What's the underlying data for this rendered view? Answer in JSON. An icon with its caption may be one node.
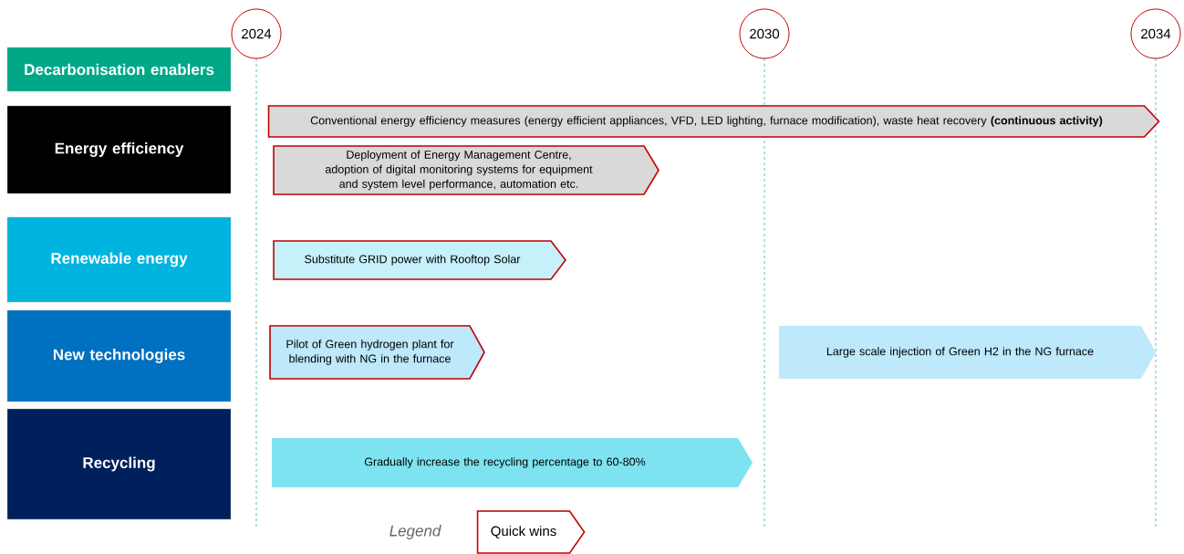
{
  "diagram": {
    "nodes": [
      {
        "text": [
          "2024"
        ]
      },
      {
        "text": [
          "2030"
        ]
      },
      {
        "text": [
          "2034"
        ]
      },
      {
        "text": [
          "Decarbonisation enablers"
        ]
      },
      {
        "text": [
          "Energy efficiency"
        ]
      },
      {
        "text": [
          "Renewable energy"
        ]
      },
      {
        "text": [
          "New technologies"
        ]
      },
      {
        "text": [
          "Recycling"
        ]
      },
      {
        "text": [
          "Conventional energy efficiency measures (energy efficient appliances, VFD, LED lighting, furnace modification), waste heat recovery **(continuous activity)**"
        ]
      },
      {
        "text": [
          "Deployment of Energy Management Centre, adoption of digital monitoring systems for equipment and system level performance, automation etc."
        ]
      },
      {
        "text": [
          "Substitute GRID power with Rooftop Solar"
        ]
      },
      {
        "text": [
          "Pilot of Green hydrogen plant for blending with NG in the furnace"
        ]
      },
      {
        "text": [
          "Large scale injection of Green H2 in the NG furnace"
        ]
      },
      {
        "text": [
          "Gradually increase the recycling percentage to 60-80%"
        ]
      }
    ],
    "labels": [
      "Legend"
    ],
    "legend": [
      {
        "text": "Quick wins"
      }
    ]
  }
}
